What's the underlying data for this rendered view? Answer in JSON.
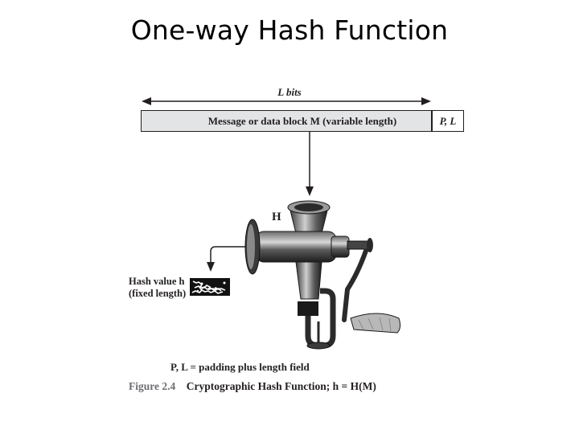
{
  "slide": {
    "title": "One-way Hash Function"
  },
  "figure": {
    "length_label": "L bits",
    "message_label": "Message or data block M (variable length)",
    "padding_label": "P, L",
    "function_label": "H",
    "hash_value_label_line1": "Hash value h",
    "hash_value_label_line2": "(fixed length)",
    "padding_note": "P, L = padding plus length field",
    "caption_number": "Figure 2.4",
    "caption_text": "Cryptographic Hash Function; h = H(M)"
  },
  "icons": {
    "grinder": "meat-grinder-icon",
    "hash_pattern": "hash-noise-icon"
  },
  "colors": {
    "ink": "#231f20",
    "bar_fill": "#e3e4e6",
    "metal_dark": "#2b2b2b",
    "metal_light": "#b5b5b5"
  }
}
